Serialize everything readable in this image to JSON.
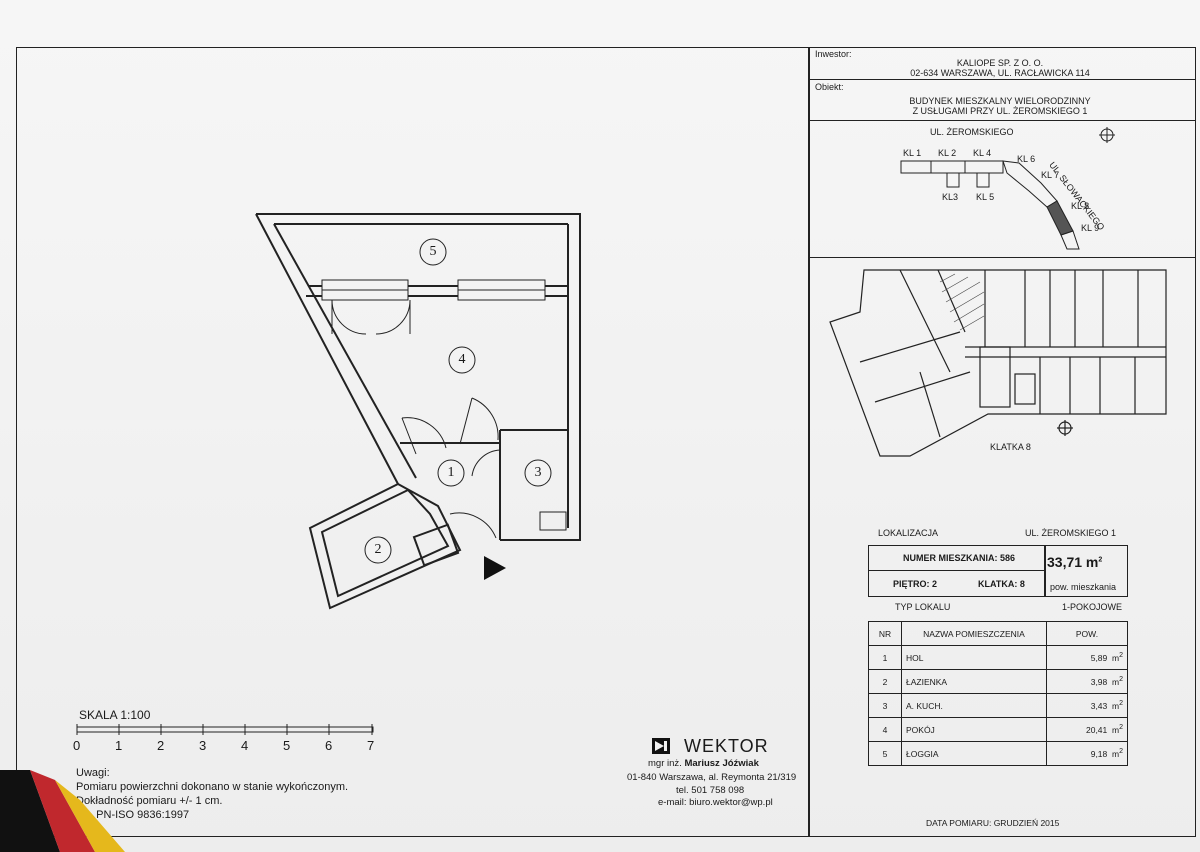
{
  "title_block": {
    "investor_label": "Inwestor:",
    "investor_line1": "KALIOPE SP. Z O. O.",
    "investor_line2": "02-634 WARSZAWA, UL. RACŁAWICKA 114",
    "object_label": "Obiekt:",
    "object_line1": "BUDYNEK MIESZKALNY WIELORODZINNY",
    "object_line2": "Z USŁUGAMI PRZY UL. ŻEROMSKIEGO 1"
  },
  "key_plan": {
    "street1": "UL. ŻEROMSKIEGO",
    "street2": "UL. SŁOWACKIEGO",
    "stairs": [
      "KL 1",
      "KL 2",
      "KL 4",
      "KL3",
      "KL 5",
      "KL 6",
      "KL 7",
      "KL 8",
      "KL 9"
    ]
  },
  "floor_plan": {
    "caption": "KLATKA 8"
  },
  "unit_plan": {
    "rooms": [
      "5",
      "4",
      "1",
      "3",
      "2"
    ]
  },
  "info": {
    "lokalizacja_label": "LOKALIZACJA",
    "lokalizacja_value": "UL. ŻEROMSKIEGO 1",
    "numer_label": "NUMER MIESZKANIA: 586",
    "area_value": "33,71 m",
    "area_sup": "2",
    "area_caption": "pow. mieszkania",
    "pietro": "PIĘTRO: 2",
    "klatka": "KLATKA: 8",
    "typ_label": "TYP LOKALU",
    "typ_value": "1-POKOJOWE",
    "headers": [
      "NR",
      "NAZWA POMIESZCZENIA",
      "POW."
    ],
    "rows": [
      {
        "nr": "1",
        "name": "HOL",
        "area": "5,89",
        "unit": "m"
      },
      {
        "nr": "2",
        "name": "ŁAZIENKA",
        "area": "3,98",
        "unit": "m"
      },
      {
        "nr": "3",
        "name": "A. KUCH.",
        "area": "3,43",
        "unit": "m"
      },
      {
        "nr": "4",
        "name": "POKÓJ",
        "area": "20,41",
        "unit": "m"
      },
      {
        "nr": "5",
        "name": "ŁOGGIA",
        "area": "9,18",
        "unit": "m"
      }
    ],
    "unit_sup": "2",
    "date": "DATA POMIARU: GRUDZIEŃ 2015"
  },
  "scale": {
    "label": "SKALA 1:100",
    "ticks": [
      "0",
      "1",
      "2",
      "3",
      "4",
      "5",
      "6",
      "7"
    ]
  },
  "notes": {
    "title": "Uwagi:",
    "line1": "Pomiaru powierzchni dokonano w stanie wykończonym.",
    "line2": "Dokładność pomiaru +/- 1 cm.",
    "line3": "wg. PN-ISO 9836:1997"
  },
  "company": {
    "name": "WEKTOR",
    "person_prefix": "mgr inż.",
    "person": "Mariusz Jóźwiak",
    "address": "01-840 Warszawa, al. Reymonta 21/319",
    "phone": "tel. 501 758 098",
    "email": "e-mail: biuro.wektor@wp.pl"
  }
}
